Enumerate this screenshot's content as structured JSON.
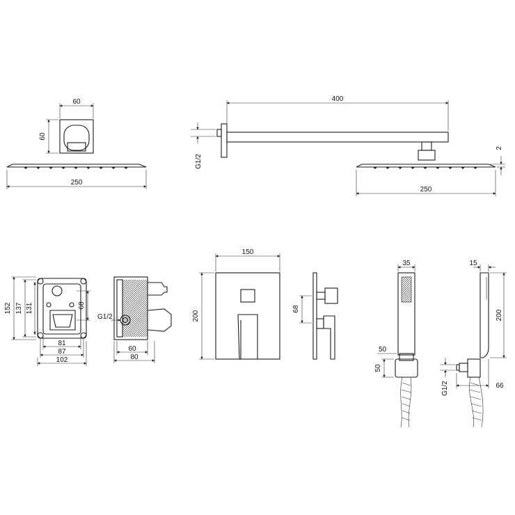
{
  "shower_head_top_view": {
    "arm_width": "60",
    "arm_height": "60",
    "head_width": "250"
  },
  "shower_arm_side_view": {
    "arm_length": "400",
    "thread": "G1/2",
    "head_thickness": "2",
    "head_width": "250"
  },
  "concealed_box_front": {
    "height_outer": "152",
    "height_mid": "137",
    "height_inner": "131",
    "port_spacing": "68",
    "width_inner": "81",
    "width_mid": "87",
    "width_outer": "102"
  },
  "concealed_box_side": {
    "thread": "G1/2",
    "depth_inner": "60",
    "depth_outer": "80"
  },
  "mixer_plate_front": {
    "width": "150",
    "height": "200"
  },
  "mixer_plate_side": {
    "handle_spacing": "68"
  },
  "hand_shower_front": {
    "head_width": "35",
    "holder_top": "50",
    "holder_height": "50"
  },
  "hand_shower_side": {
    "head_depth": "15",
    "length": "200",
    "thread": "G1/2",
    "outlet_depth": "66"
  },
  "colors": {
    "line": "#1a1a1a",
    "background": "#ffffff"
  }
}
